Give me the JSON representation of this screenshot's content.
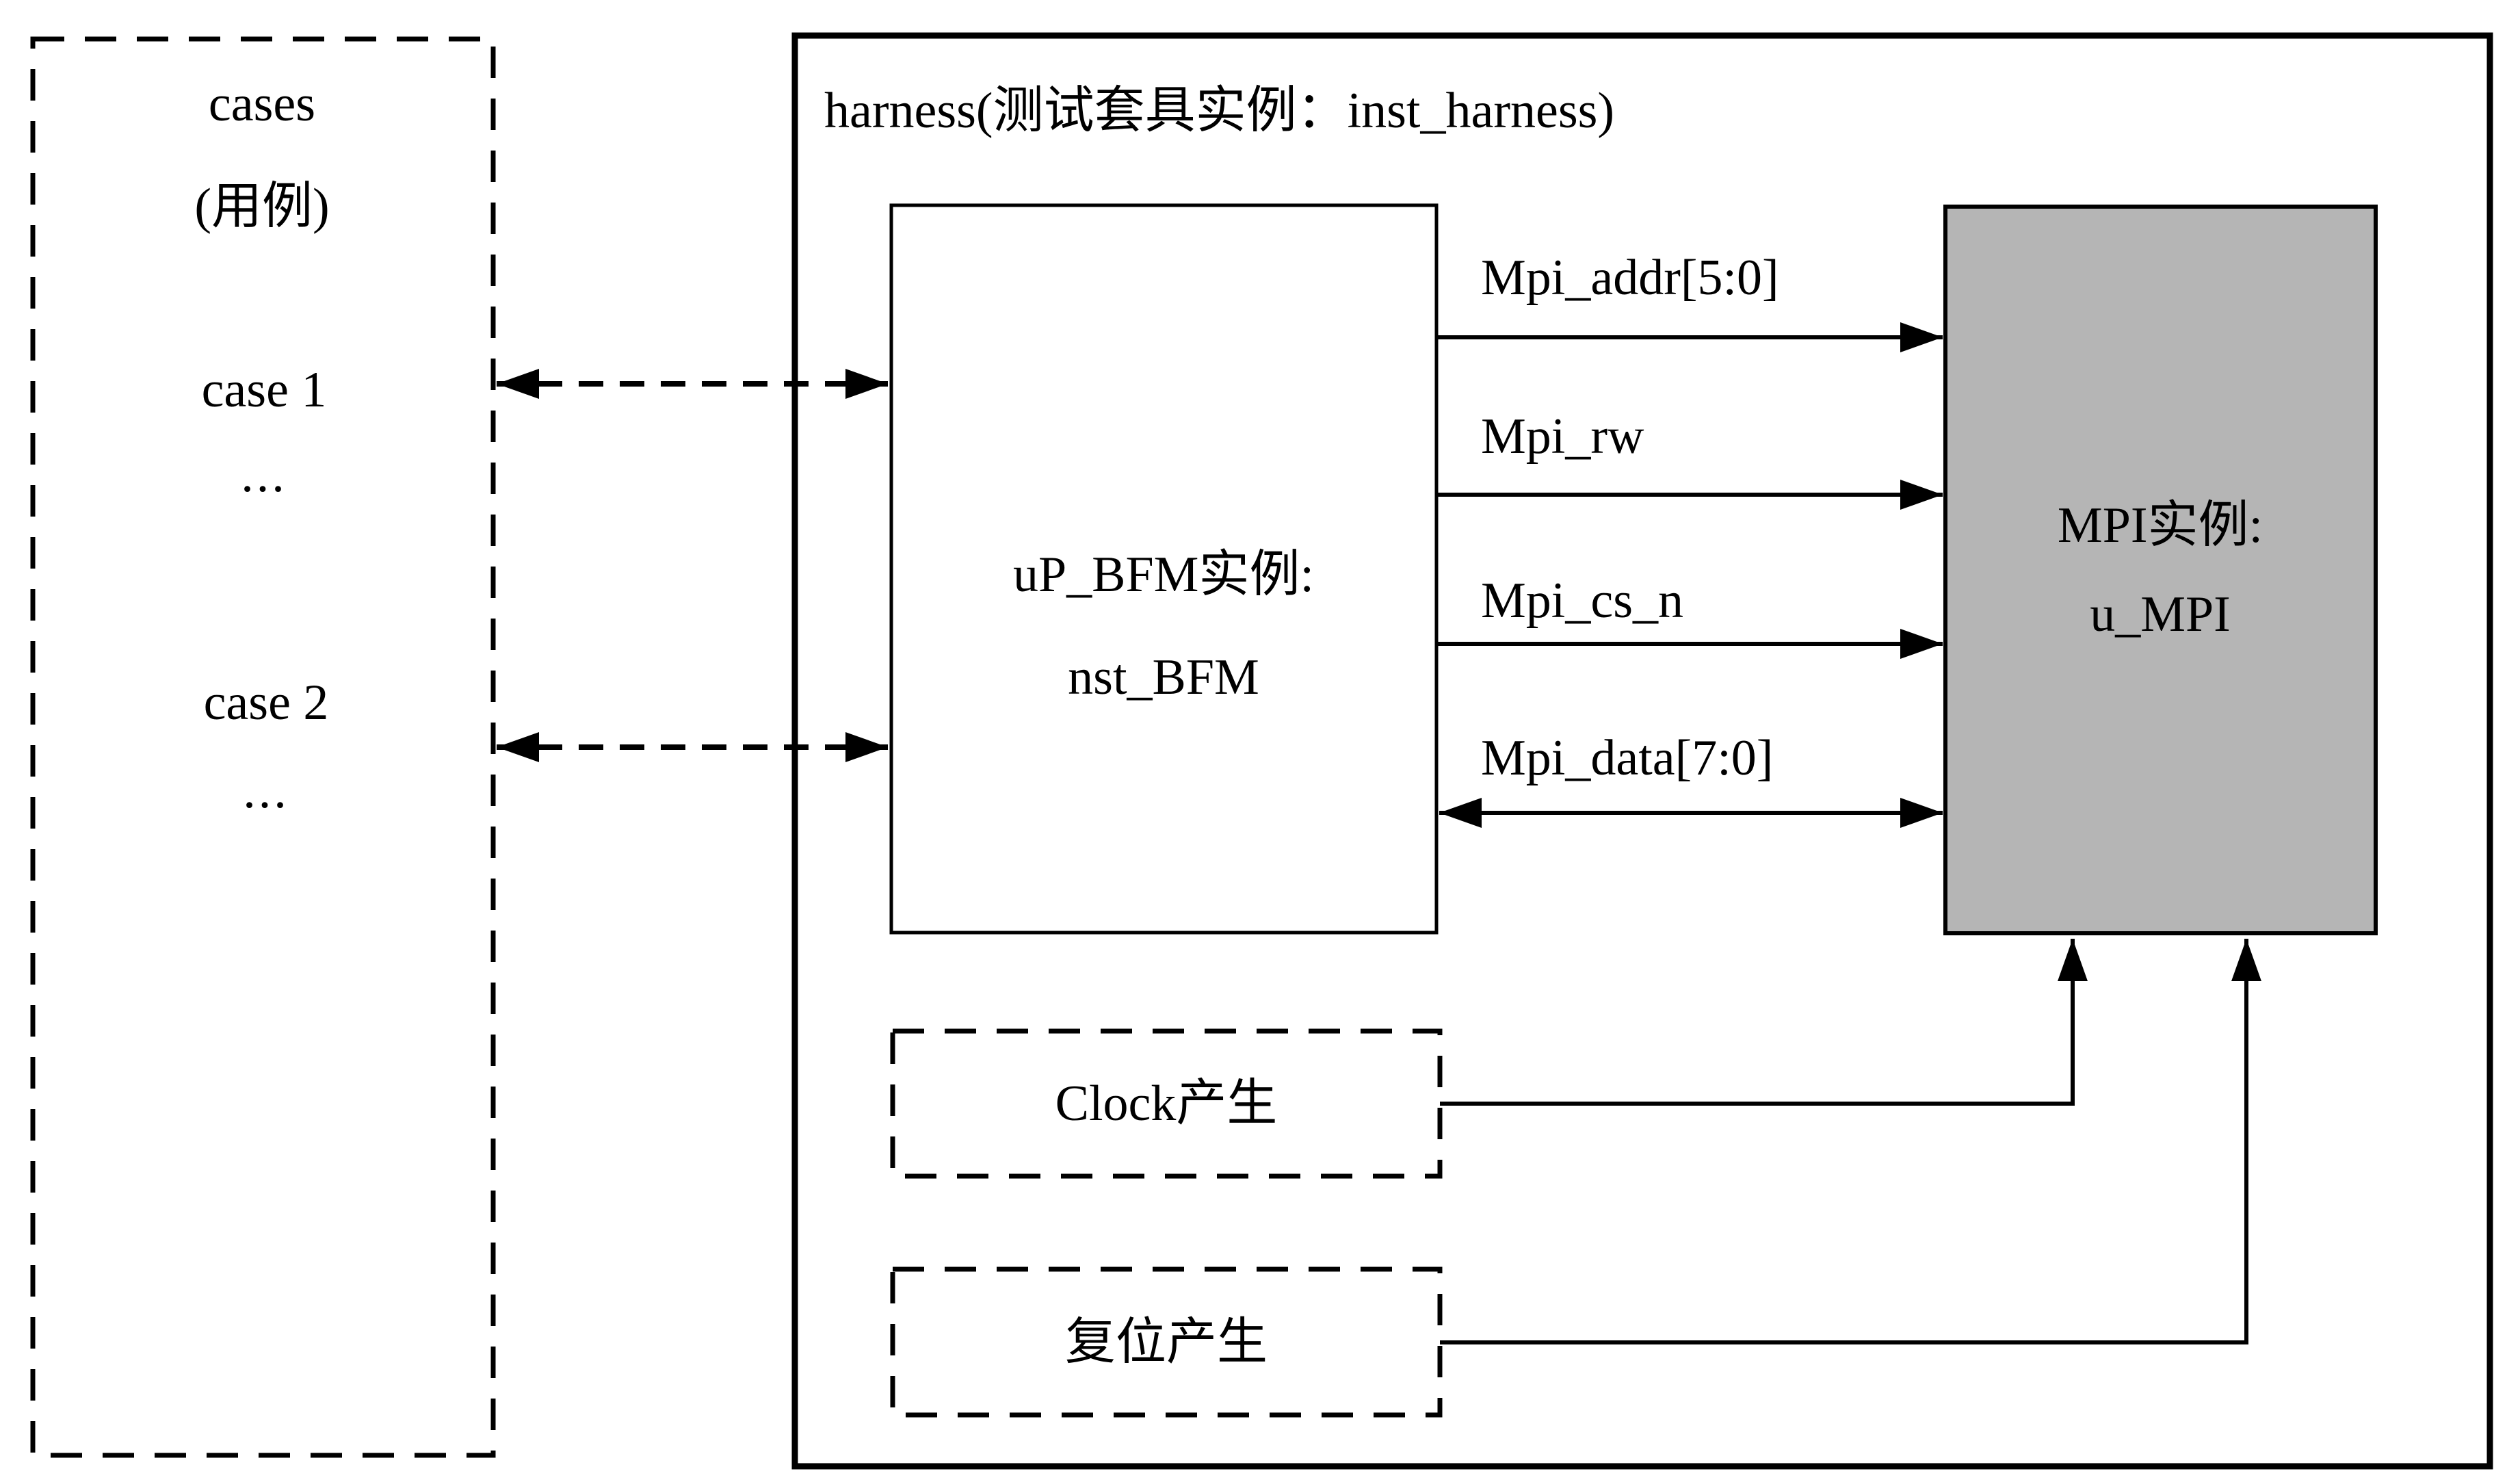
{
  "diagram": {
    "cases_panel": {
      "title": "cases",
      "subtitle": "(用例)",
      "items": [
        {
          "label": "case 1",
          "more": "..."
        },
        {
          "label": "case 2",
          "more": "..."
        }
      ]
    },
    "harness": {
      "title": "harness(测试套具实例：inst_harness)"
    },
    "bfm_block": {
      "line1": "uP_BFM实例:",
      "line2": "nst_BFM"
    },
    "mpi_block": {
      "line1": "MPI实例:",
      "line2": "u_MPI"
    },
    "signals": [
      {
        "name": "Mpi_addr[5:0]",
        "direction": "to-mpi"
      },
      {
        "name": "Mpi_rw",
        "direction": "to-mpi"
      },
      {
        "name": "Mpi_cs_n",
        "direction": "to-mpi"
      },
      {
        "name": "Mpi_data[7:0]",
        "direction": "bidirectional"
      }
    ],
    "generators": [
      {
        "label": "Clock产生"
      },
      {
        "label": "复位产生"
      }
    ],
    "colors": {
      "mpi_fill": "#b5b5b5",
      "line": "#000000",
      "background": "#ffffff"
    }
  }
}
